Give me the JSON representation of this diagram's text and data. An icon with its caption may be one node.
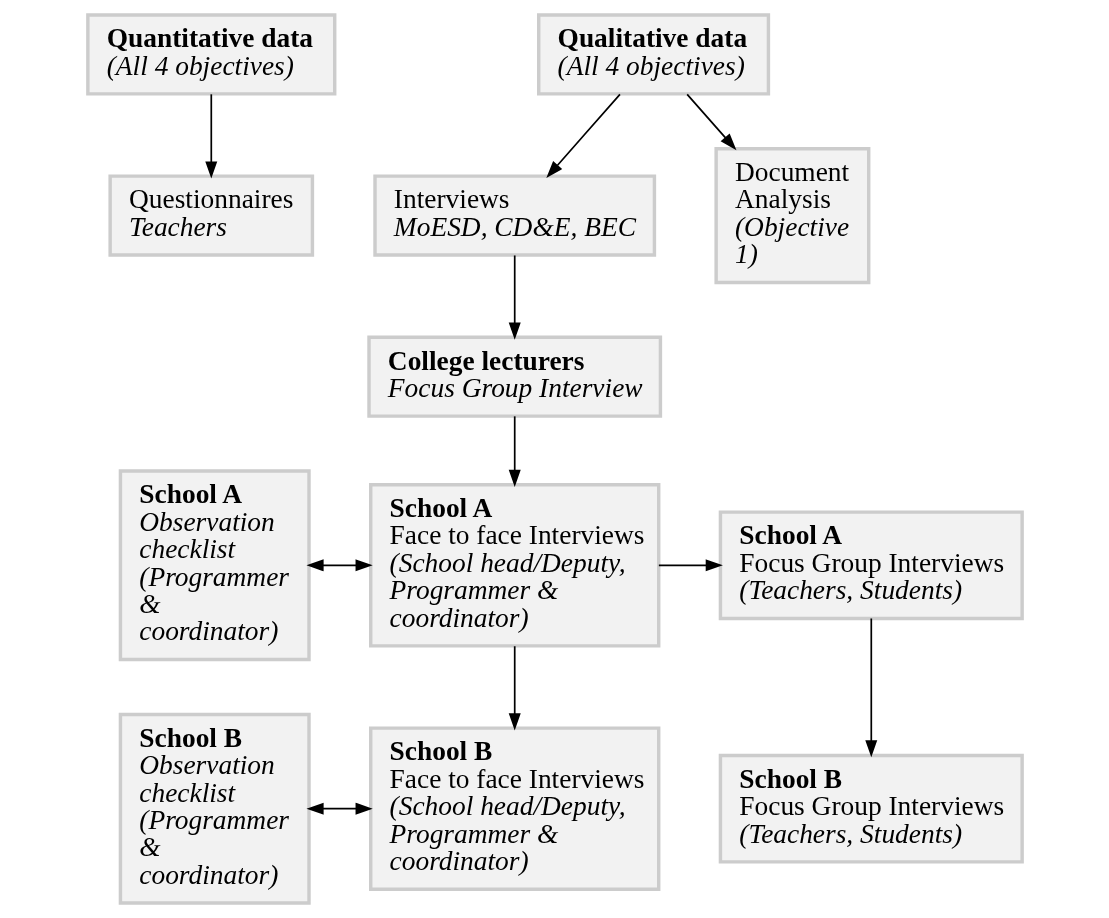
{
  "diagram": {
    "nodes": [
      {
        "text": [
          "Quantitative data",
          "(All 4 objectives)"
        ]
      },
      {
        "text": [
          "Questionnaires",
          "Teachers"
        ]
      },
      {
        "text": [
          "Qualitative data",
          "(All 4 objectives)"
        ]
      },
      {
        "text": [
          "Interviews",
          "MoESD, CD&E, BEC"
        ]
      },
      {
        "text": [
          "Document Analysis",
          "(Objective 1)"
        ]
      },
      {
        "text": [
          "College lecturers",
          "Focus Group Interview"
        ]
      },
      {
        "text": [
          "School A",
          "Observation checklist (Programmer & coordinator)"
        ]
      },
      {
        "text": [
          "School A",
          "Face to face Interviews",
          "(School head/Deputy, Programmer & coordinator)"
        ]
      },
      {
        "text": [
          "School A",
          "Focus Group Interviews",
          "(Teachers, Students)"
        ]
      },
      {
        "text": [
          "School B",
          "Observation checklist (Programmer & coordinator)"
        ]
      },
      {
        "text": [
          "School B",
          "Face to face Interviews",
          "(School head/Deputy, Programmer & coordinator)"
        ]
      },
      {
        "text": [
          "School B",
          "Focus Group Interviews",
          "(Teachers, Students)"
        ]
      }
    ],
    "edges": [
      {
        "from": 0,
        "to": 1,
        "arrow": "to"
      },
      {
        "from": 2,
        "to": 3,
        "arrow": "to"
      },
      {
        "from": 2,
        "to": 4,
        "arrow": "to"
      },
      {
        "from": 3,
        "to": 5,
        "arrow": "to"
      },
      {
        "from": 5,
        "to": 7,
        "arrow": "to"
      },
      {
        "from": 6,
        "to": 7,
        "arrow": "both"
      },
      {
        "from": 7,
        "to": 8,
        "arrow": "to"
      },
      {
        "from": 7,
        "to": 10,
        "arrow": "to"
      },
      {
        "from": 8,
        "to": 11,
        "arrow": "to"
      },
      {
        "from": 9,
        "to": 10,
        "arrow": "both"
      }
    ]
  }
}
